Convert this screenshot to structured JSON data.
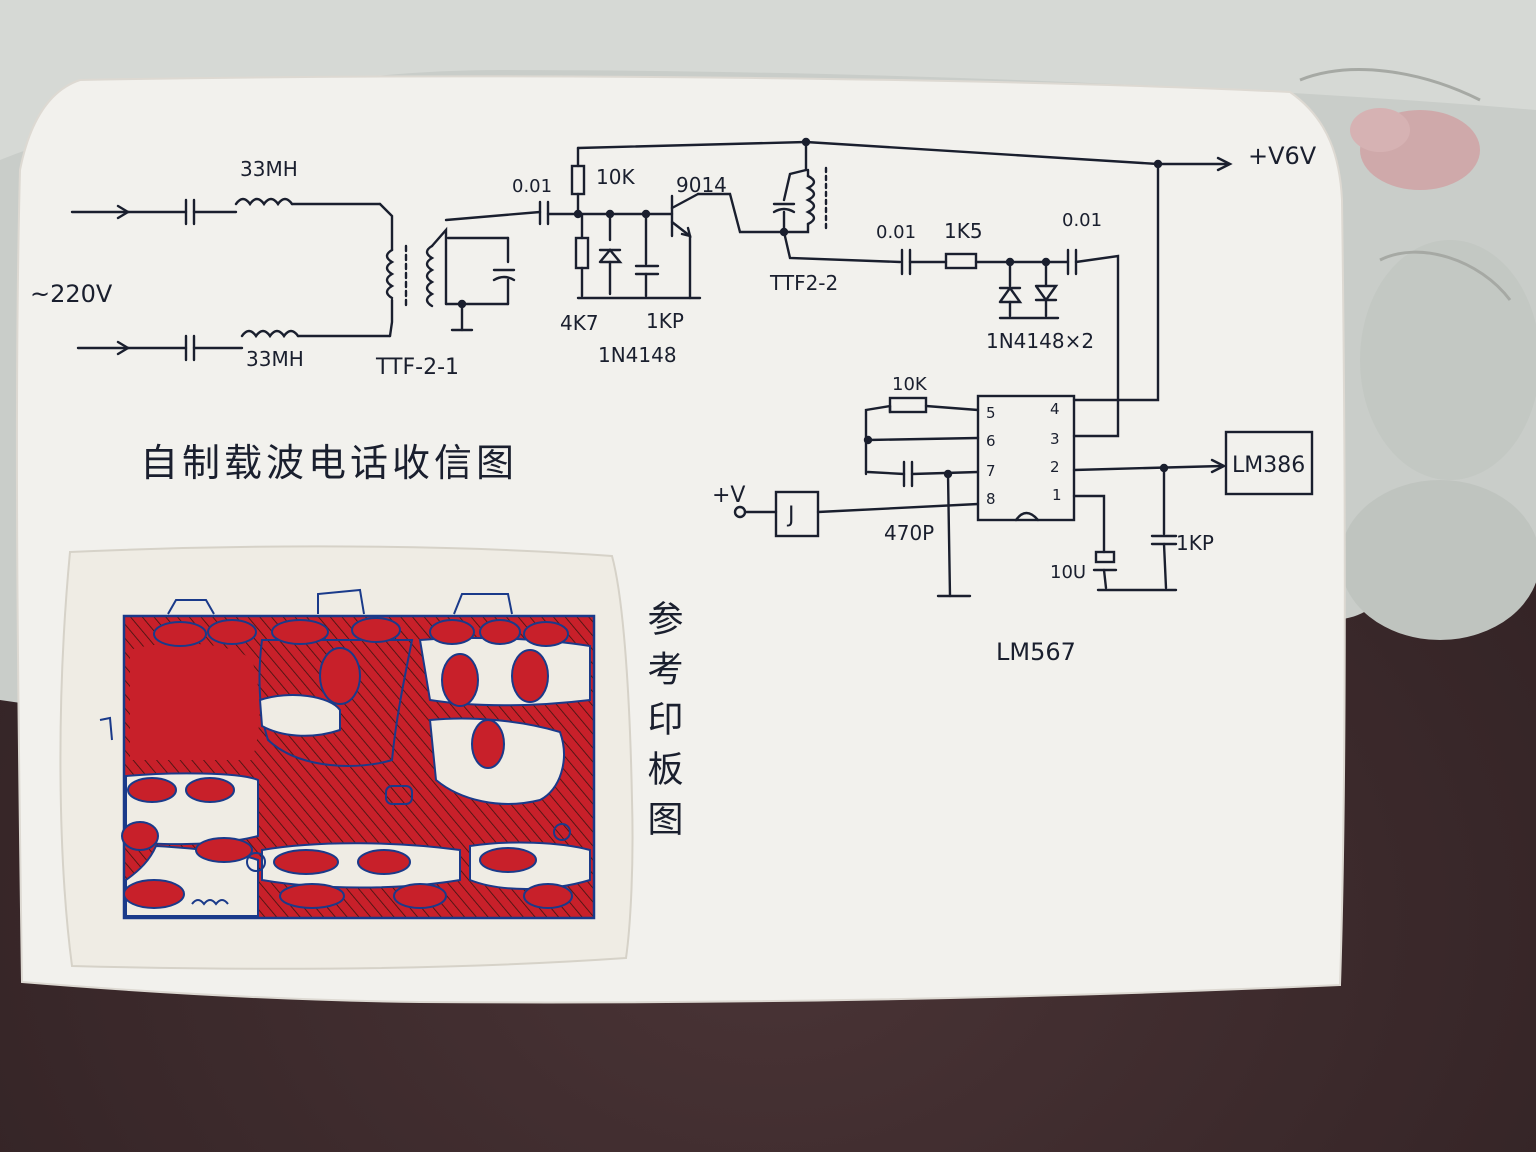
{
  "schematic": {
    "title": "自制载波电话收信图",
    "input_voltage": "~220V",
    "labels": {
      "inductor_top": "33MH",
      "inductor_bottom": "33MH",
      "transformer1": "TTF-2-1",
      "cap_001_a": "0.01",
      "res_10k_top": "10K",
      "transistor": "9014",
      "res_4k7": "4K7",
      "cap_1kp_a": "1KP",
      "diode_1n4148": "1N4148",
      "transformer2": "TTF2-2",
      "cap_001_b": "0.01",
      "res_1k5": "1K5",
      "cap_001_c": "0.01",
      "diode_pair": "1N4148×2",
      "supply_top": "+V6V",
      "res_10k_ic": "10K",
      "cap_470p": "470P",
      "supply_left": "+V",
      "relay": "J",
      "amp": "LM386",
      "cap_10u": "10U",
      "cap_1kp_b": "1KP",
      "ic_name": "LM567"
    },
    "ic_pins": [
      "5",
      "6",
      "7",
      "8",
      "4",
      "3",
      "2",
      "1"
    ]
  },
  "pcb": {
    "caption": "参考印板图",
    "copper_color": "#c8202a",
    "ink_color": "#1a3a8a"
  },
  "colors": {
    "ink": "#1a1f2e",
    "paper": "#f2f1ed",
    "table": "#3a2a2c",
    "lace": "#cfd3cf"
  }
}
